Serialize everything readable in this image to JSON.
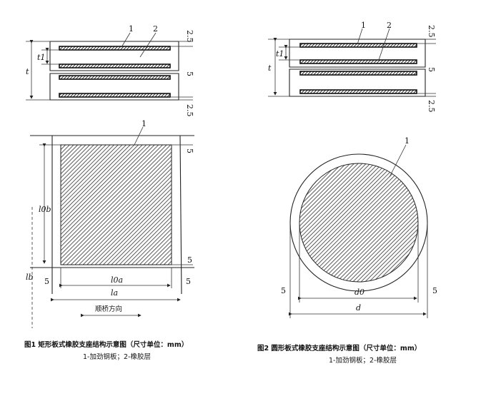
{
  "figure1": {
    "callouts": [
      "1",
      "2"
    ],
    "dims": {
      "top": "2.5",
      "bottom": "2.5",
      "mid": "5",
      "t": "t",
      "t1": "t1",
      "gap_top": "5",
      "gap_bottom": "5",
      "side_left": "5",
      "side_right": "5",
      "l0a": "l0a",
      "la": "la",
      "l0b": "l0b",
      "lb": "lb"
    },
    "direction_label": "顺桥方向",
    "plan_callout": "1",
    "caption": "图1   矩形板式橡胶支座结构示意图（尺寸单位：mm）",
    "legend": "1-加劲钢板；2-橡胶层"
  },
  "figure2": {
    "callouts": [
      "1",
      "2"
    ],
    "dims": {
      "top": "2.5",
      "bottom": "2.5",
      "mid": "5",
      "t": "t",
      "t1": "t1",
      "side_left": "5",
      "side_right": "5",
      "d0": "d0",
      "d": "d"
    },
    "plan_callout": "1",
    "caption": "图2   圆形板式橡胶支座结构示意图（尺寸单位：mm）",
    "legend": "1-加劲钢板；2-橡胶层"
  }
}
